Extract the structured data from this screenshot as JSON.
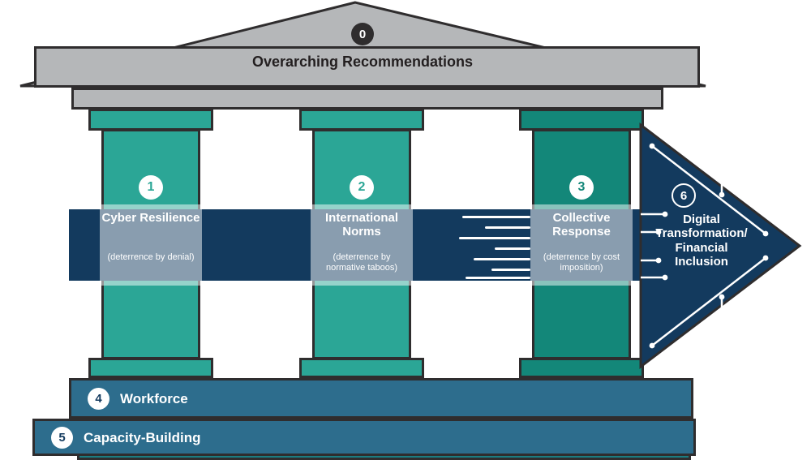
{
  "pediment": {
    "number": "0",
    "title": "Overarching Recommendations"
  },
  "pillars": [
    {
      "number": "1",
      "title": "Cyber Resilience",
      "subtitle": "(deterrence by denial)"
    },
    {
      "number": "2",
      "title": "International Norms",
      "subtitle": "(deterrence by normative taboos)"
    },
    {
      "number": "3",
      "title": "Collective Response",
      "subtitle": "(deterrence by cost imposition)"
    }
  ],
  "arrow": {
    "number": "6",
    "label": "Digital Transformation/ Financial Inclusion"
  },
  "steps": [
    {
      "number": "4",
      "label": "Workforce"
    },
    {
      "number": "5",
      "label": "Capacity-Building"
    }
  ],
  "colors": {
    "pediment_gray": "#b5b7b9",
    "pillar_teal": "#2ba696",
    "pillar_dark_teal": "#138779",
    "band_navy": "#133a5e",
    "step_blue": "#2d6d8d",
    "bottom_strip_teal": "#1b7d82",
    "outline": "#2f2d2e"
  }
}
